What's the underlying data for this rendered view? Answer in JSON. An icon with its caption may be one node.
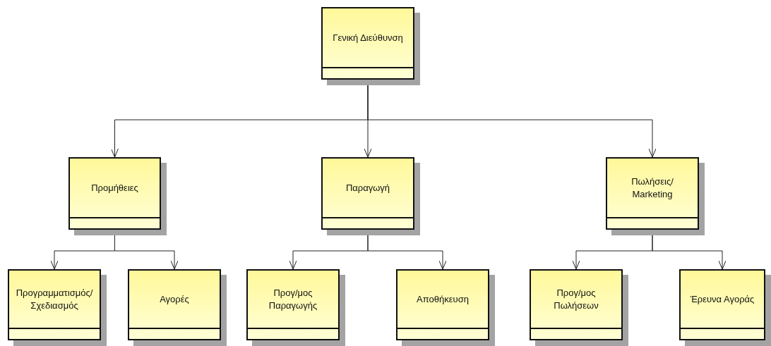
{
  "diagram": {
    "nodes": [
      {
        "text": [
          "Γενική Διεύθυνση"
        ]
      },
      {
        "text": [
          "Προμήθειες"
        ]
      },
      {
        "text": [
          "Παραγωγή"
        ]
      },
      {
        "text": [
          "Πωλήσεις/ Marketing"
        ]
      },
      {
        "text": [
          "Προγραμματισμός/ Σχεδιασμός"
        ]
      },
      {
        "text": [
          "Αγορές"
        ]
      },
      {
        "text": [
          "Προγ/μος Παραγωγής"
        ]
      },
      {
        "text": [
          "Αποθήκευση"
        ]
      },
      {
        "text": [
          "Προγ/μος Πωλήσεων"
        ]
      },
      {
        "text": [
          "Έρευνα Αγοράς"
        ]
      }
    ],
    "edges": [
      {
        "from": 0,
        "to": 1,
        "arrow": "to"
      },
      {
        "from": 0,
        "to": 2,
        "arrow": "to"
      },
      {
        "from": 0,
        "to": 3,
        "arrow": "to"
      },
      {
        "from": 1,
        "to": 4,
        "arrow": "to"
      },
      {
        "from": 1,
        "to": 5,
        "arrow": "to"
      },
      {
        "from": 2,
        "to": 6,
        "arrow": "to"
      },
      {
        "from": 2,
        "to": 7,
        "arrow": "to"
      },
      {
        "from": 3,
        "to": 8,
        "arrow": "to"
      },
      {
        "from": 3,
        "to": 9,
        "arrow": "to"
      }
    ]
  }
}
